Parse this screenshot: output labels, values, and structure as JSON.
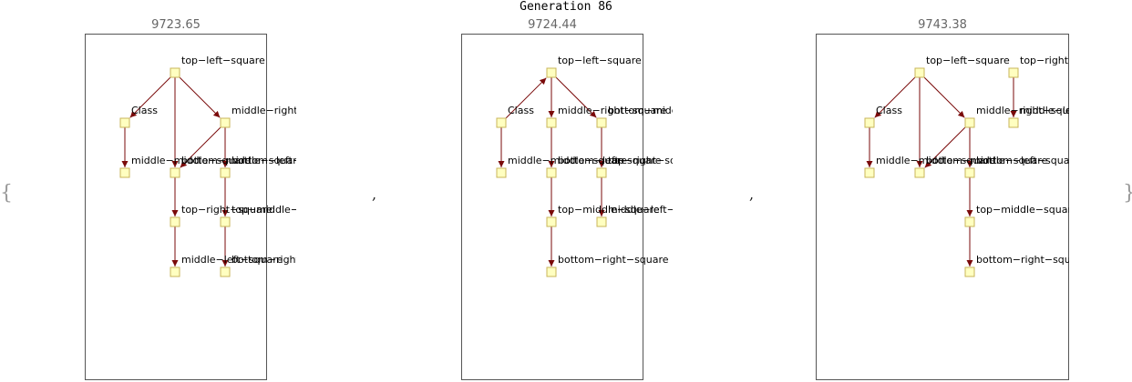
{
  "header": {
    "title": "Generation 86"
  },
  "list": {
    "open": "{",
    "close": "}",
    "separator": ","
  },
  "panels": [
    {
      "score": "9723.65",
      "nodes": [
        {
          "id": "n1",
          "label": "top−left−square"
        },
        {
          "id": "n2",
          "label": "Class"
        },
        {
          "id": "n3",
          "label": "middle−right−square"
        },
        {
          "id": "n4",
          "label": "middle−middle−square"
        },
        {
          "id": "n5",
          "label": "bottom−middle−square"
        },
        {
          "id": "n6",
          "label": "bottom−left−square"
        },
        {
          "id": "n7",
          "label": "top−right−square"
        },
        {
          "id": "n8",
          "label": "top−middle−square"
        },
        {
          "id": "n9",
          "label": "middle−left−square"
        },
        {
          "id": "n10",
          "label": "bottom−right−square"
        }
      ],
      "edges": [
        [
          "n1",
          "n2"
        ],
        [
          "n1",
          "n3"
        ],
        [
          "n1",
          "n5"
        ],
        [
          "n2",
          "n4"
        ],
        [
          "n3",
          "n5"
        ],
        [
          "n3",
          "n6"
        ],
        [
          "n5",
          "n7"
        ],
        [
          "n6",
          "n8"
        ],
        [
          "n7",
          "n9"
        ],
        [
          "n8",
          "n10"
        ]
      ]
    },
    {
      "score": "9724.44",
      "nodes": [
        {
          "id": "m1",
          "label": "top−left−square"
        },
        {
          "id": "m2",
          "label": "Class"
        },
        {
          "id": "m3",
          "label": "middle−right−square"
        },
        {
          "id": "m4",
          "label": "bottom−middle−square"
        },
        {
          "id": "m5",
          "label": "middle−middle−square"
        },
        {
          "id": "m6",
          "label": "bottom−left−square"
        },
        {
          "id": "m7",
          "label": "top−right−square"
        },
        {
          "id": "m8",
          "label": "top−middle−square"
        },
        {
          "id": "m9",
          "label": "middle−left−square"
        },
        {
          "id": "m10",
          "label": "bottom−right−square"
        }
      ],
      "edges": [
        [
          "m2",
          "m1"
        ],
        [
          "m1",
          "m3"
        ],
        [
          "m1",
          "m4"
        ],
        [
          "m2",
          "m5"
        ],
        [
          "m3",
          "m6"
        ],
        [
          "m4",
          "m7"
        ],
        [
          "m6",
          "m8"
        ],
        [
          "m7",
          "m9"
        ],
        [
          "m8",
          "m10"
        ]
      ]
    },
    {
      "score": "9743.38",
      "nodes": [
        {
          "id": "p1",
          "label": "top−left−square"
        },
        {
          "id": "p2",
          "label": "top−right−square"
        },
        {
          "id": "p3",
          "label": "Class"
        },
        {
          "id": "p4",
          "label": "middle−right−square"
        },
        {
          "id": "p5",
          "label": "middle−left−square"
        },
        {
          "id": "p6",
          "label": "middle−middle−square"
        },
        {
          "id": "p7",
          "label": "bottom−middle−square"
        },
        {
          "id": "p8",
          "label": "bottom−left−square"
        },
        {
          "id": "p9",
          "label": "top−middle−square"
        },
        {
          "id": "p10",
          "label": "bottom−right−square"
        }
      ],
      "edges": [
        [
          "p1",
          "p3"
        ],
        [
          "p1",
          "p4"
        ],
        [
          "p1",
          "p7"
        ],
        [
          "p2",
          "p5"
        ],
        [
          "p3",
          "p6"
        ],
        [
          "p4",
          "p7"
        ],
        [
          "p4",
          "p8"
        ],
        [
          "p8",
          "p9"
        ],
        [
          "p9",
          "p10"
        ]
      ]
    }
  ],
  "colors": {
    "edge": "#7a0a0a",
    "node_fill": "#ffffc0",
    "node_stroke": "#c8b45a",
    "frame": "#555555"
  }
}
